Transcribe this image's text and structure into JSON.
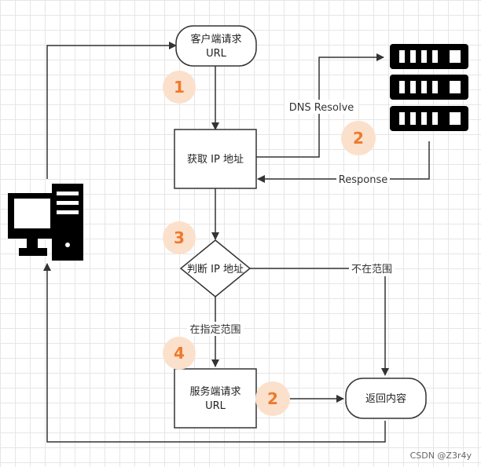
{
  "colors": {
    "step_circle": "#fbe0cc",
    "step_number": "#ee7a2c",
    "stroke": "#333333",
    "icon": "#000000"
  },
  "nodes": {
    "client_request": [
      "客户端请求",
      "URL"
    ],
    "get_ip": "获取 IP 地址",
    "judge_ip": "判断 IP 地址",
    "server_request": [
      "服务端请求",
      "URL"
    ],
    "return_content": "返回内容"
  },
  "edges": {
    "dns_resolve": "DNS Resolve",
    "response": "Response",
    "out_of_range": "不在范围",
    "in_range": "在指定范围"
  },
  "steps": [
    "1",
    "2",
    "3",
    "4",
    "2"
  ],
  "icons": {
    "computer": "computer-icon",
    "server": "server-stack-icon"
  },
  "watermark": "CSDN @Z3r4y"
}
